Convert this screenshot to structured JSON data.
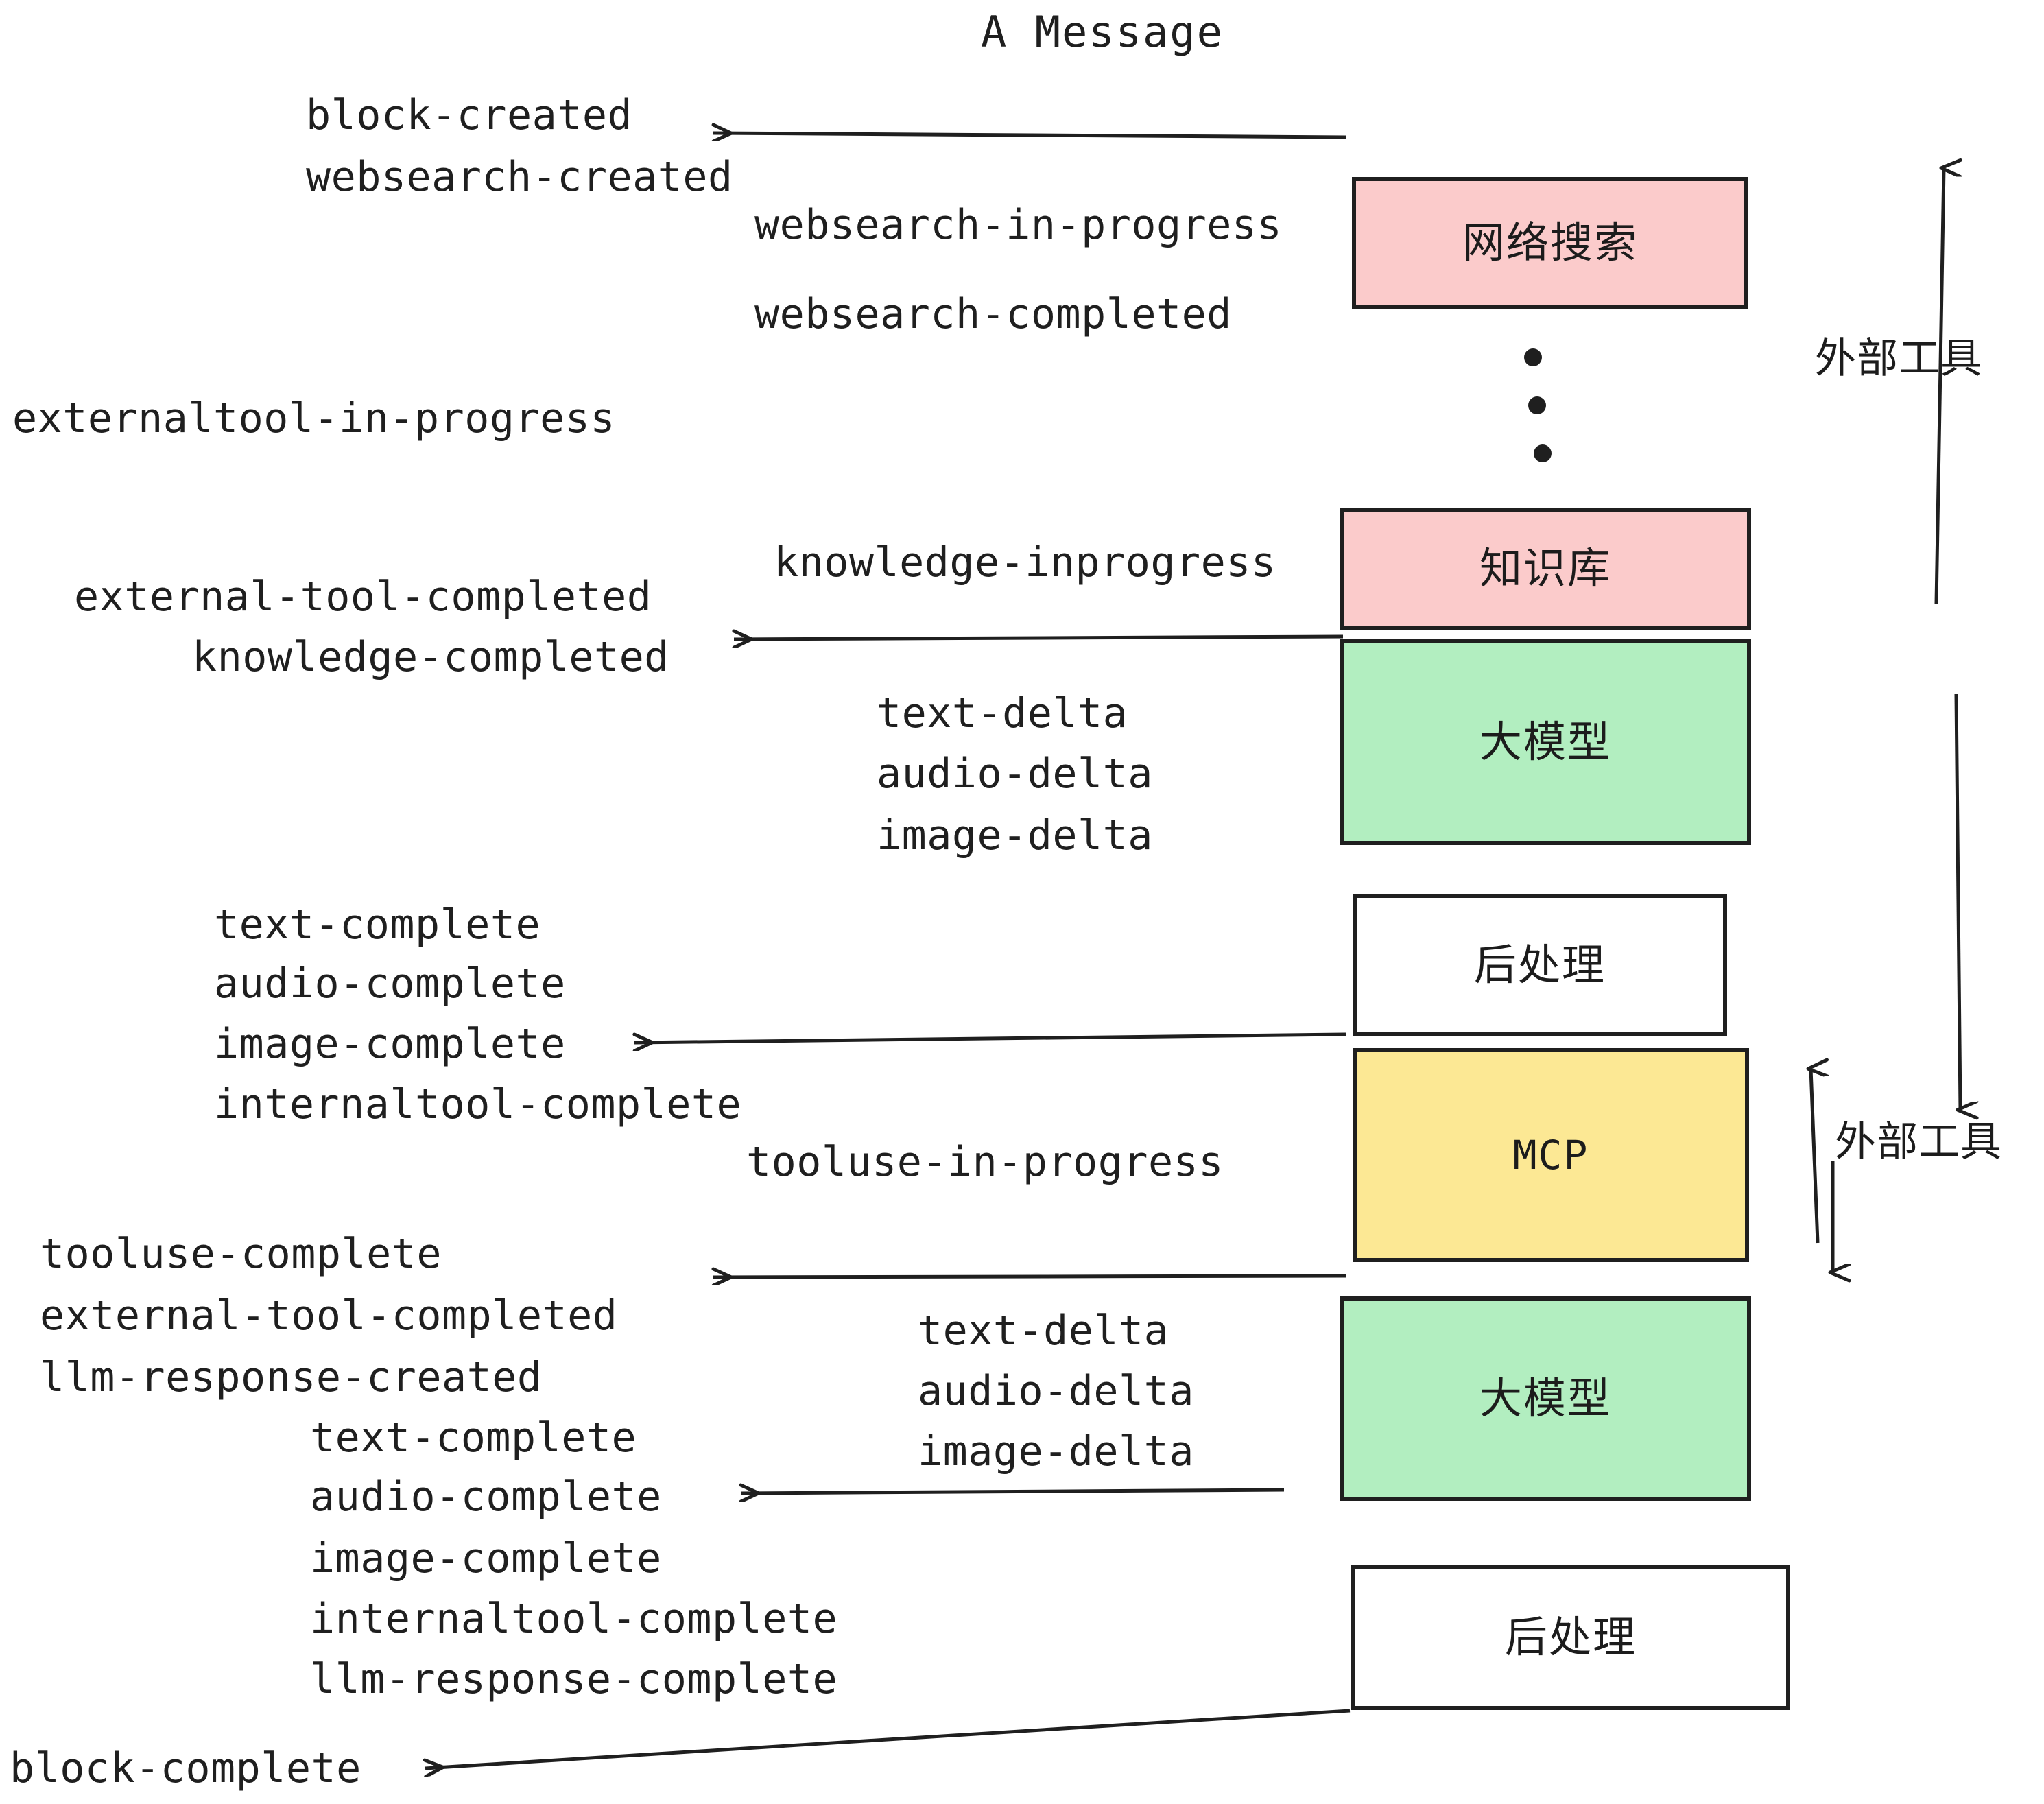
{
  "title": "A Message",
  "colors": {
    "pink": "#FBCBCB",
    "green": "#B2EEC0",
    "yellow": "#FCE894",
    "white": "#FFFFFF",
    "stroke": "#1F1F1F",
    "background": "#FFFFFF"
  },
  "boxes": [
    {
      "id": "websearch",
      "label": "网络搜索",
      "fill": "pink"
    },
    {
      "id": "knowledgebase",
      "label": "知识库",
      "fill": "pink"
    },
    {
      "id": "llm-1",
      "label": "大模型",
      "fill": "green"
    },
    {
      "id": "postprocess-1",
      "label": "后处理",
      "fill": "white"
    },
    {
      "id": "mcp",
      "label": "MCP",
      "fill": "yellow"
    },
    {
      "id": "llm-2",
      "label": "大模型",
      "fill": "green"
    },
    {
      "id": "postprocess-2",
      "label": "后处理",
      "fill": "white"
    }
  ],
  "side_labels": [
    {
      "id": "external-tools-top",
      "text": "外部工具"
    },
    {
      "id": "external-tools-bottom",
      "text": "外部工具"
    }
  ],
  "events": {
    "block_created": "block-created",
    "websearch_created": "websearch-created",
    "websearch_in_progress": "websearch-in-progress",
    "websearch_completed": "websearch-completed",
    "externaltool_in_progress": "externaltool-in-progress",
    "knowledge_inprogress": "knowledge-inprogress",
    "external_tool_completed_1": "external-tool-completed",
    "knowledge_completed": "knowledge-completed",
    "text_delta_1": "text-delta",
    "audio_delta_1": "audio-delta",
    "image_delta_1": "image-delta",
    "text_complete_1": "text-complete",
    "audio_complete_1": "audio-complete",
    "image_complete_1": "image-complete",
    "internaltool_complete_1": "internaltool-complete",
    "tooluse_in_progress": "tooluse-in-progress",
    "tooluse_complete": "tooluse-complete",
    "external_tool_completed_2": "external-tool-completed",
    "llm_response_created": "llm-response-created",
    "text_delta_2": "text-delta",
    "audio_delta_2": "audio-delta",
    "image_delta_2": "image-delta",
    "text_complete_2": "text-complete",
    "audio_complete_2": "audio-complete",
    "image_complete_2": "image-complete",
    "internaltool_complete_2": "internaltool-complete",
    "llm_response_complete": "llm-response-complete",
    "block_complete": "block-complete"
  },
  "ellipsis": "three vertical dots"
}
